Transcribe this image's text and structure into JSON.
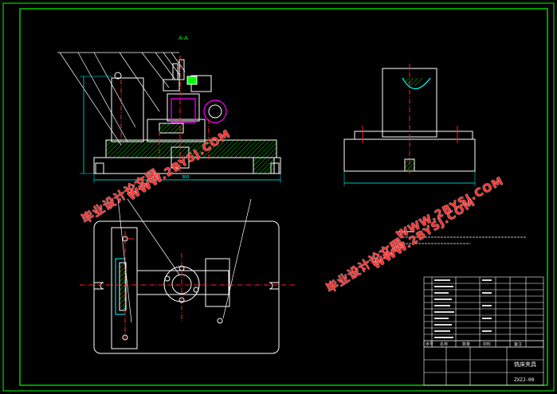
{
  "drawing": {
    "view_label_top": "A-A",
    "dimension_label": "300",
    "drawing_number": "ZXZJ-00",
    "assembly_title": "铣床夹具",
    "table_header": [
      "序号",
      "名称",
      "数量",
      "材料",
      "备注"
    ]
  },
  "watermarks": [
    {
      "cn": "毕业设计论文网",
      "en": "WWW.2BYSJ.COM"
    },
    {
      "cn": "毕业设计论文网",
      "en": "WWW.2BYSJ.COM"
    },
    {
      "cn": "毕业设计论文网",
      "en": "WWW.2BYSJ.COM"
    }
  ],
  "colors": {
    "background": "#000000",
    "frame": "#00ff00",
    "outline": "#ffffff",
    "centerline": "#ff2020",
    "dimension": "#00ffff",
    "hatch": "#00ff00",
    "magenta": "#ff00ff",
    "watermark": "#ff3030"
  }
}
